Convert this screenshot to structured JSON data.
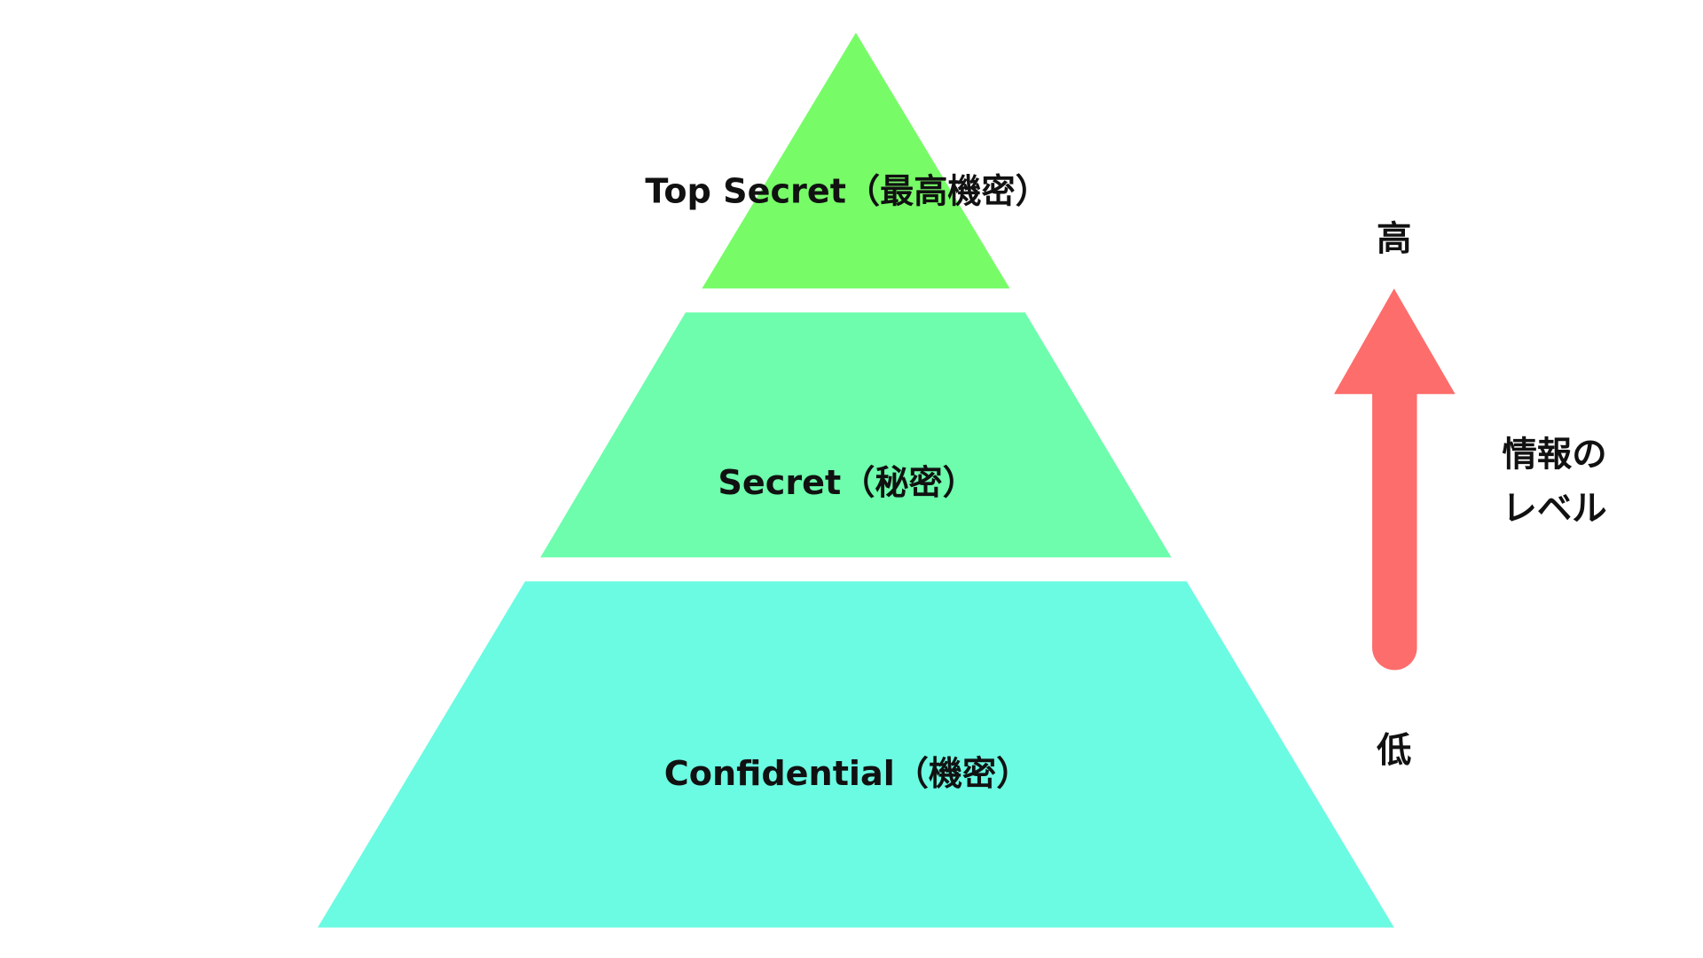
{
  "levels": [
    {
      "label": "Top Secret（最高機密）",
      "color": "#77fc68"
    },
    {
      "label": "Secret（秘密）",
      "color": "#6dfdac"
    },
    {
      "label": "Confidential（機密）",
      "color": "#6bfbe2"
    }
  ],
  "scale": {
    "high_label": "高",
    "low_label": "低",
    "caption_line1": "情報の",
    "caption_line2": "レベル",
    "arrow_color": "#fd6d6b"
  }
}
